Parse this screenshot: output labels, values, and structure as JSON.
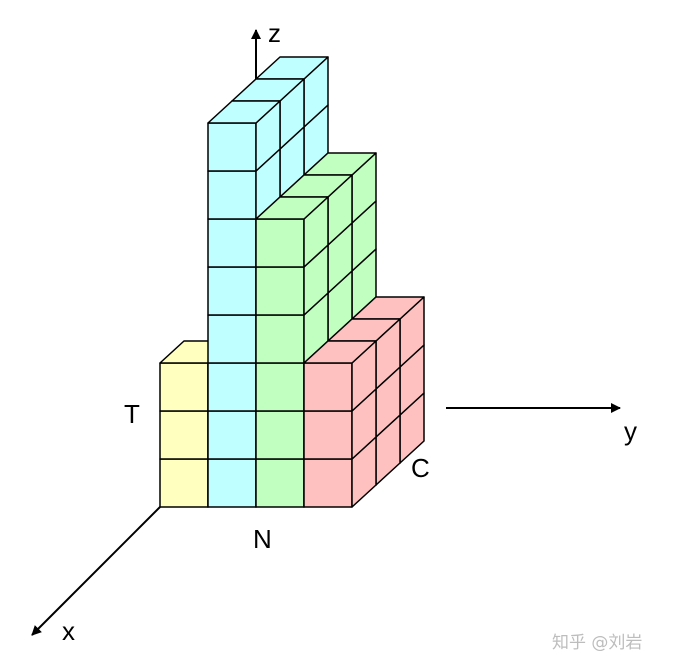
{
  "axes": {
    "z": "z",
    "y": "y",
    "x": "x"
  },
  "dimensions": {
    "T": "T",
    "N": "N",
    "C": "C"
  },
  "watermark": "知乎 @刘岩",
  "colors": {
    "yellow": "#ffffc0",
    "cyan": "#c0ffff",
    "green": "#c0ffc0",
    "red": "#ffc0c0",
    "edge": "#000000"
  },
  "blocks": [
    {
      "name": "yellow-block",
      "color_key": "yellow",
      "n_cols": 1,
      "layers": 3,
      "depth": 1
    },
    {
      "name": "cyan-block",
      "color_key": "cyan",
      "n_cols": 1,
      "layers": 8,
      "depth": 3
    },
    {
      "name": "green-block",
      "color_key": "green",
      "n_cols": 1,
      "layers": 6,
      "depth": 3
    },
    {
      "name": "red-block",
      "color_key": "red",
      "n_cols": 1,
      "layers": 3,
      "depth": 3
    }
  ]
}
